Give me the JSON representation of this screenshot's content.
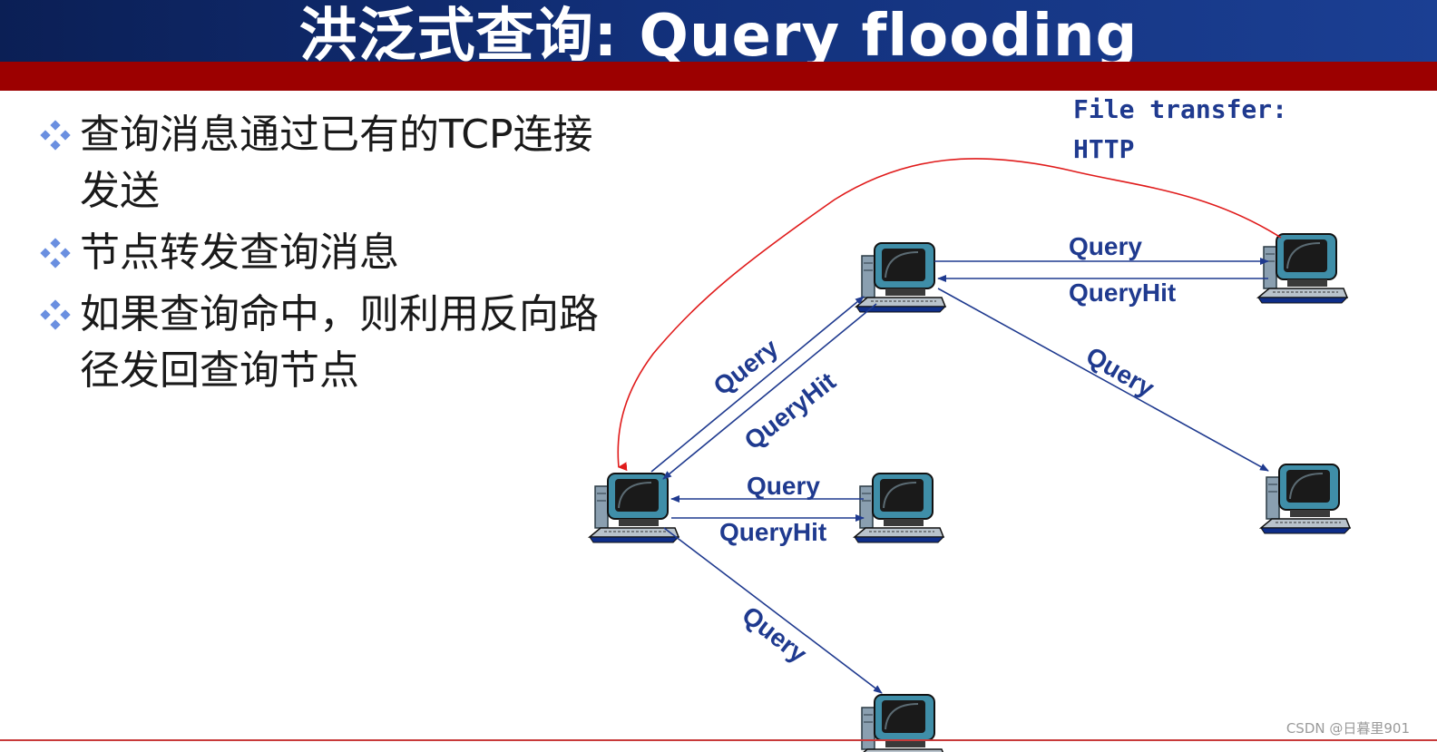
{
  "slide": {
    "title": "洪泛式查询: Query flooding"
  },
  "bullets": [
    "查询消息通过已有的TCP连接发送",
    "节点转发查询消息",
    "如果查询命中，则利用反向路径发回查询节点"
  ],
  "diagram": {
    "file_transfer_line1": "File transfer:",
    "file_transfer_line2": "HTTP",
    "labels": {
      "top_query": "Query",
      "top_queryhit": "QueryHit",
      "diag_query": "Query",
      "diag_queryhit": "QueryHit",
      "mid_query": "Query",
      "mid_queryhit": "QueryHit",
      "right_query": "Query",
      "bottom_query": "Query"
    },
    "colors": {
      "arrow": "#1f3a8f",
      "file_transfer_arrow": "#e01b1b"
    }
  },
  "watermark": "CSDN @日暮里901"
}
